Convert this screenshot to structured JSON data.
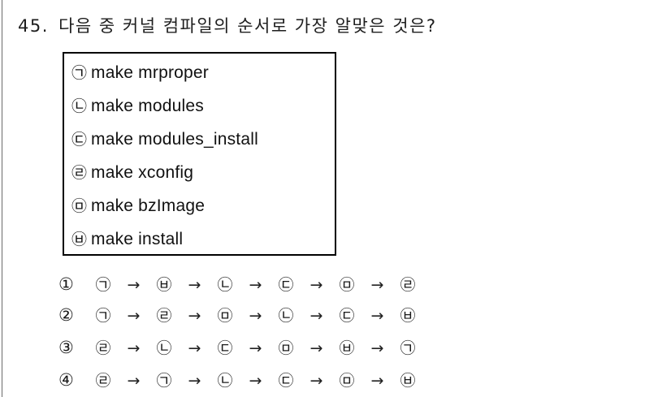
{
  "question": {
    "number": "45.",
    "text": "다음 중 커널 컴파일의 순서로 가장 알맞은 것은?"
  },
  "box": {
    "items": [
      {
        "mark": "㉠",
        "command": "make mrproper"
      },
      {
        "mark": "㉡",
        "command": "make modules"
      },
      {
        "mark": "㉢",
        "command": "make modules_install"
      },
      {
        "mark": "㉣",
        "command": "make xconfig"
      },
      {
        "mark": "㉤",
        "command": "make bzImage"
      },
      {
        "mark": "㉥",
        "command": "make install"
      }
    ]
  },
  "choices": [
    {
      "num": "①",
      "steps": [
        "㉠",
        "㉥",
        "㉡",
        "㉢",
        "㉤",
        "㉣"
      ]
    },
    {
      "num": "②",
      "steps": [
        "㉠",
        "㉣",
        "㉤",
        "㉡",
        "㉢",
        "㉥"
      ]
    },
    {
      "num": "③",
      "steps": [
        "㉣",
        "㉡",
        "㉢",
        "㉤",
        "㉥",
        "㉠"
      ]
    },
    {
      "num": "④",
      "steps": [
        "㉣",
        "㉠",
        "㉡",
        "㉢",
        "㉤",
        "㉥"
      ]
    }
  ],
  "arrow": "→"
}
